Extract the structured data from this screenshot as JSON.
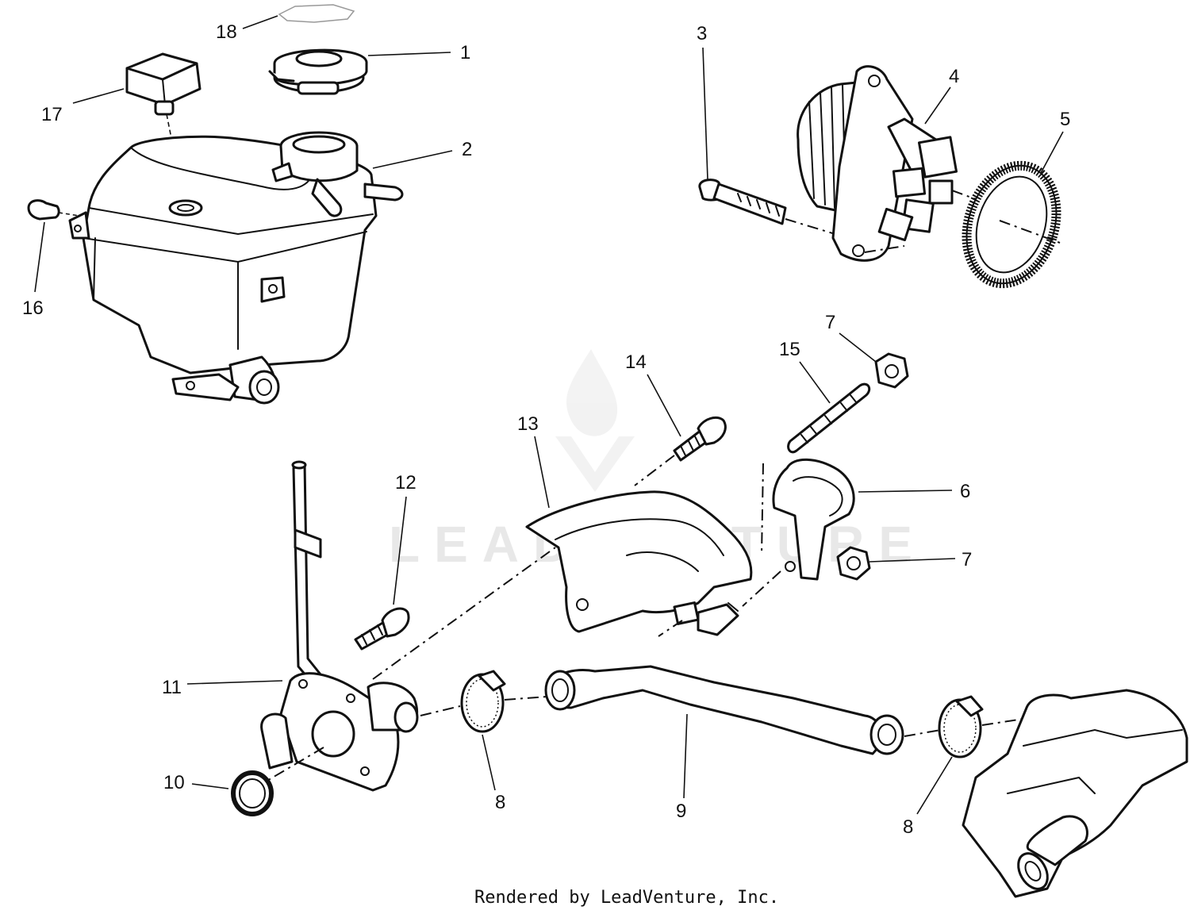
{
  "diagram": {
    "callouts": [
      {
        "label": "18"
      },
      {
        "label": "1"
      },
      {
        "label": "17"
      },
      {
        "label": "2"
      },
      {
        "label": "16"
      },
      {
        "label": "3"
      },
      {
        "label": "4"
      },
      {
        "label": "5"
      },
      {
        "label": "7"
      },
      {
        "label": "15"
      },
      {
        "label": "14"
      },
      {
        "label": "13"
      },
      {
        "label": "12"
      },
      {
        "label": "6"
      },
      {
        "label": "7"
      },
      {
        "label": "11"
      },
      {
        "label": "10"
      },
      {
        "label": "8"
      },
      {
        "label": "9"
      },
      {
        "label": "8"
      }
    ],
    "watermark": "LEADVENTURE",
    "footer": "Rendered by LeadVenture, Inc."
  }
}
